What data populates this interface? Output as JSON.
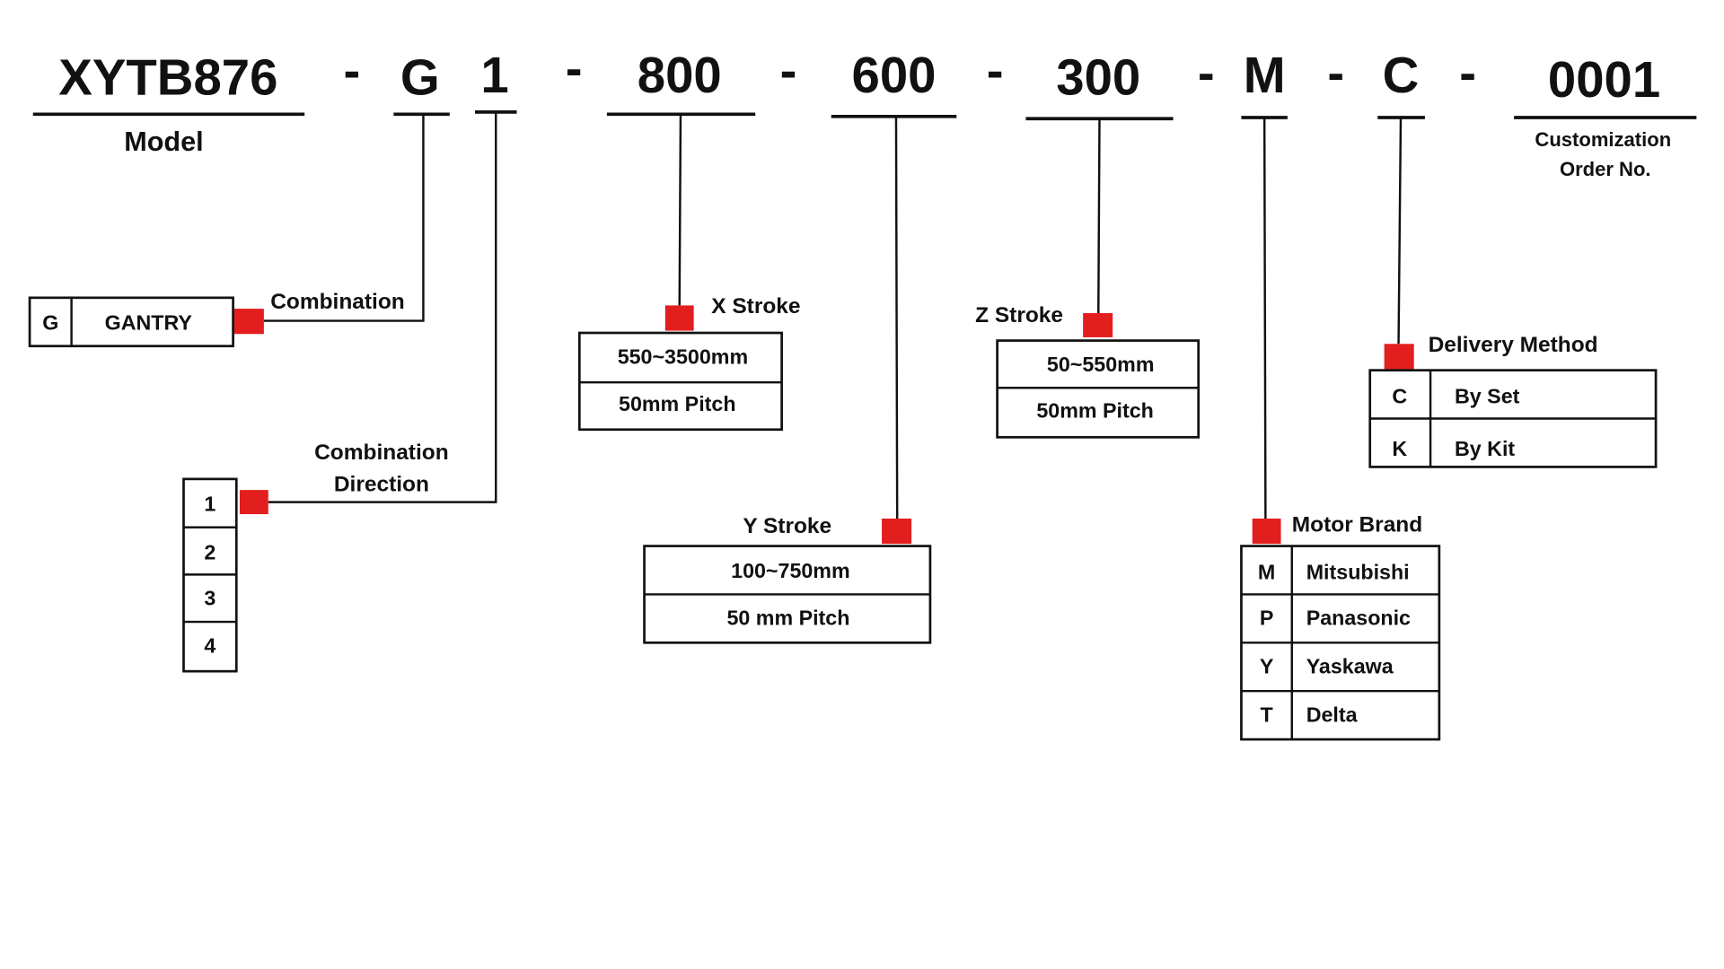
{
  "code": {
    "model": "XYTB876",
    "combination": "G",
    "direction": "1",
    "x_stroke": "800",
    "y_stroke": "600",
    "z_stroke": "300",
    "motor": "M",
    "delivery": "C",
    "order_no": "0001",
    "separator": "-"
  },
  "labels": {
    "model": "Model",
    "order_no_line1": "Customization",
    "order_no_line2": "Order No.",
    "combination": "Combination",
    "direction_line1": "Combination",
    "direction_line2": "Direction",
    "x_stroke": "X Stroke",
    "y_stroke": "Y Stroke",
    "z_stroke": "Z Stroke",
    "motor": "Motor Brand",
    "delivery": "Delivery Method"
  },
  "combination_table": [
    {
      "code": "G",
      "name": "GANTRY"
    }
  ],
  "direction_options": [
    "1",
    "2",
    "3",
    "4"
  ],
  "x_stroke_table": [
    "550~3500mm",
    "50mm Pitch"
  ],
  "y_stroke_table": [
    "100~750mm",
    "50 mm Pitch"
  ],
  "z_stroke_table": [
    "50~550mm",
    "50mm Pitch"
  ],
  "motor_table": [
    {
      "code": "M",
      "name": "Mitsubishi"
    },
    {
      "code": "P",
      "name": "Panasonic"
    },
    {
      "code": "Y",
      "name": "Yaskawa"
    },
    {
      "code": "T",
      "name": "Delta"
    }
  ],
  "delivery_table": [
    {
      "code": "C",
      "name": "By Set"
    },
    {
      "code": "K",
      "name": "By Kit"
    }
  ],
  "colors": {
    "marker": "#e31e1e",
    "line": "#111111"
  }
}
